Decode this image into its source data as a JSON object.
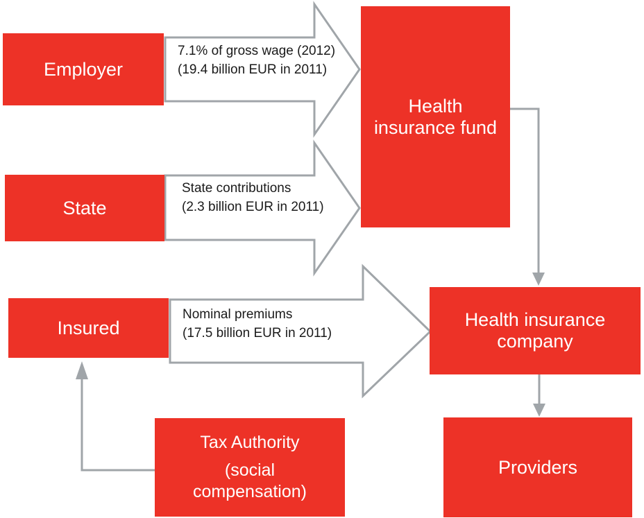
{
  "title": "Health insurance financing flow diagram",
  "colors": {
    "node_red": "#ED3227",
    "connector_gray": "#A0A5A9",
    "flow_label_text": "#1A1A1A",
    "node_text": "#FFFFFF",
    "arrow_fill": "#FFFFFF"
  },
  "nodes": {
    "employer": {
      "label": "Employer"
    },
    "state": {
      "label": "State"
    },
    "insured": {
      "label": "Insured"
    },
    "fund": {
      "lines": [
        "Health",
        "insurance fund"
      ]
    },
    "company": {
      "lines": [
        "Health insurance",
        "company"
      ]
    },
    "tax_authority": {
      "line1": "Tax Authority",
      "line2": "(social compensation)"
    },
    "providers": {
      "label": "Providers"
    }
  },
  "flows": {
    "employer_to_fund": {
      "line1": "7.1% of gross wage (2012)",
      "line2": "(19.4 billion EUR in 2011)"
    },
    "state_to_fund": {
      "line1": "State contributions",
      "line2": "(2.3 billion EUR in 2011)"
    },
    "insured_to_company": {
      "line1": "Nominal premiums",
      "line2": "(17.5 billion EUR in 2011)"
    }
  }
}
